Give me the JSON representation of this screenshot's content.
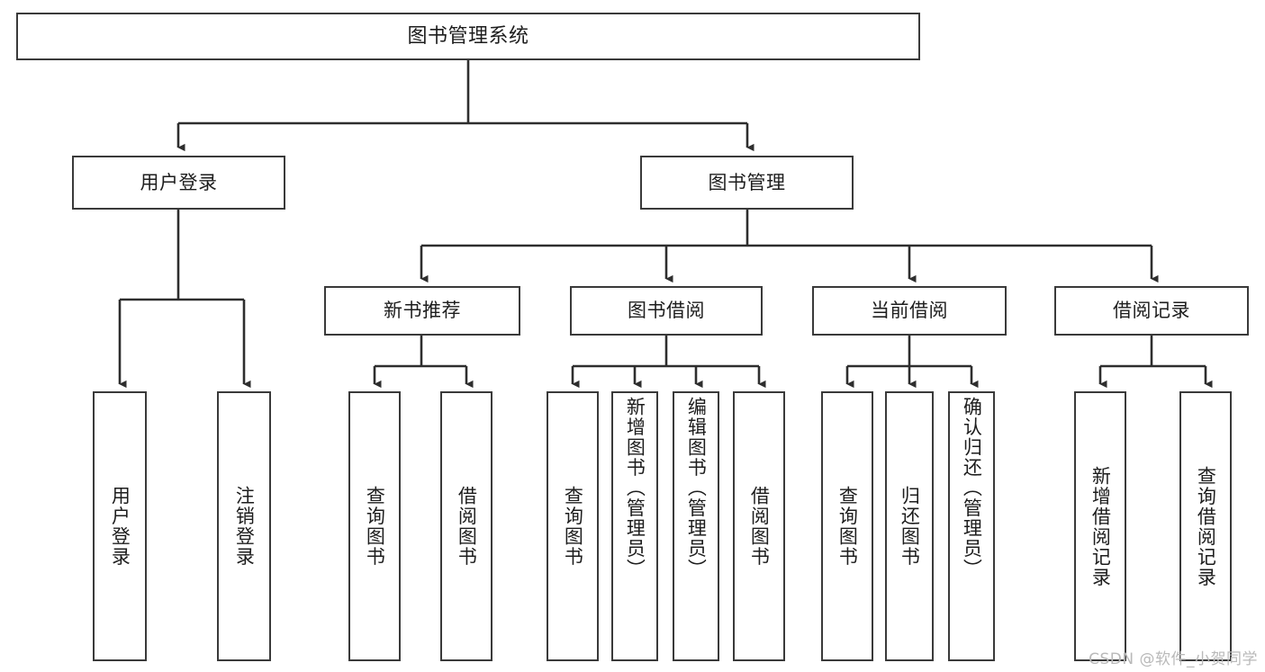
{
  "diagram": {
    "title": "图书管理系统",
    "watermark": "CSDN @软件_小贺同学",
    "root": {
      "label": "图书管理系统"
    },
    "level2": [
      {
        "label": "用户登录"
      },
      {
        "label": "图书管理"
      }
    ],
    "level3": [
      {
        "label": "新书推荐"
      },
      {
        "label": "图书借阅"
      },
      {
        "label": "当前借阅"
      },
      {
        "label": "借阅记录"
      }
    ],
    "leaves": [
      {
        "label": "用户登录"
      },
      {
        "label": "注销登录"
      },
      {
        "label": "查询图书"
      },
      {
        "label": "借阅图书"
      },
      {
        "label": "查询图书"
      },
      {
        "label": "新增图书（管理员）"
      },
      {
        "label": "编辑图书（管理员）"
      },
      {
        "label": "借阅图书"
      },
      {
        "label": "查询图书"
      },
      {
        "label": "归还图书"
      },
      {
        "label": "确认归还（管理员）"
      },
      {
        "label": "新增借阅记录"
      },
      {
        "label": "查询借阅记录"
      }
    ]
  },
  "colors": {
    "stroke": "#3a3a3a",
    "fill": "#ffffff",
    "text": "#1d1d1d",
    "watermark": "#b9b9b9"
  }
}
